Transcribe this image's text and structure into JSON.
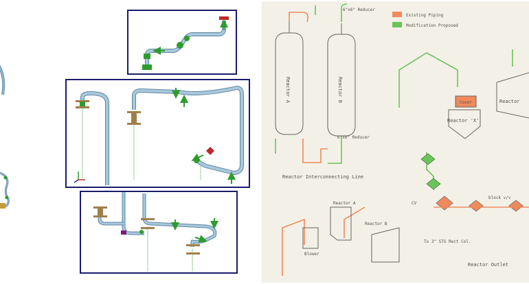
{
  "figure": {
    "colors": {
      "pipe": "#8fb4cc",
      "pipe_edge": "#5d85a0",
      "support": "#a0804a",
      "fitting": "#2e9c2e",
      "frame": "#1a1a6e",
      "existing": "#f08a5d",
      "proposed": "#6cc35a",
      "pencil": "#5a5550"
    },
    "icons": [
      "green-arrow-icon",
      "valve-icon",
      "pipe-support-icon",
      "axis-triad-icon"
    ]
  },
  "sketch": {
    "legend": {
      "existing_label": "Existing Piping",
      "proposed_label": "Modification Proposed"
    },
    "labels": {
      "reactor_a": "Reactor A",
      "reactor_b": "Reactor B",
      "reducer_top": "6\"x6\" Reducer",
      "reducer_bottom": "6\"x6\" Reducer",
      "interconnecting_line": "Reactor Interconnecting Line",
      "cover": "Cover",
      "reactor_x": "Reactor 'X'",
      "reactor_label_right": "Reactor",
      "blower": "Blower",
      "reactor_a_lower": "Reactor A",
      "reactor_b_lower": "Reactor B",
      "cv": "CV",
      "block_valve": "block v/v",
      "bottom_line": "To 3\" STG Rect Col.",
      "reactor_outlet": "Reactor Outlet"
    }
  }
}
